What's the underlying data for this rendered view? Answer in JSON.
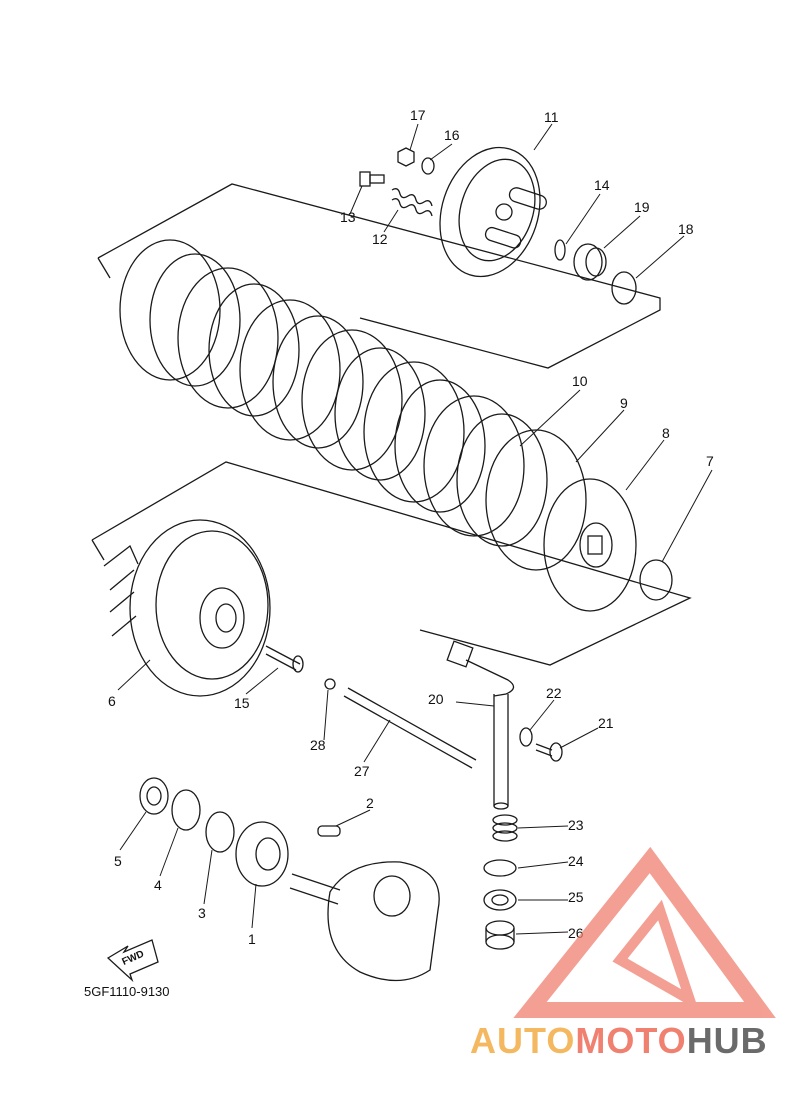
{
  "diagram": {
    "part_code": "5GF1110-9130",
    "fwd_label": "FWD",
    "part_numbers": [
      "1",
      "2",
      "3",
      "4",
      "5",
      "6",
      "7",
      "8",
      "9",
      "10",
      "11",
      "12",
      "13",
      "14",
      "15",
      "16",
      "17",
      "18",
      "19",
      "20",
      "21",
      "22",
      "23",
      "24",
      "25",
      "26",
      "27",
      "28"
    ]
  },
  "watermark": {
    "part1": "AUTO",
    "part2": "MOTO",
    "part3": "HUB"
  },
  "colors": {
    "line": "#1a1a1a",
    "watermark_red": "#f08070",
    "watermark_orange": "#f4b860",
    "watermark_gray": "#6a6a6a"
  }
}
